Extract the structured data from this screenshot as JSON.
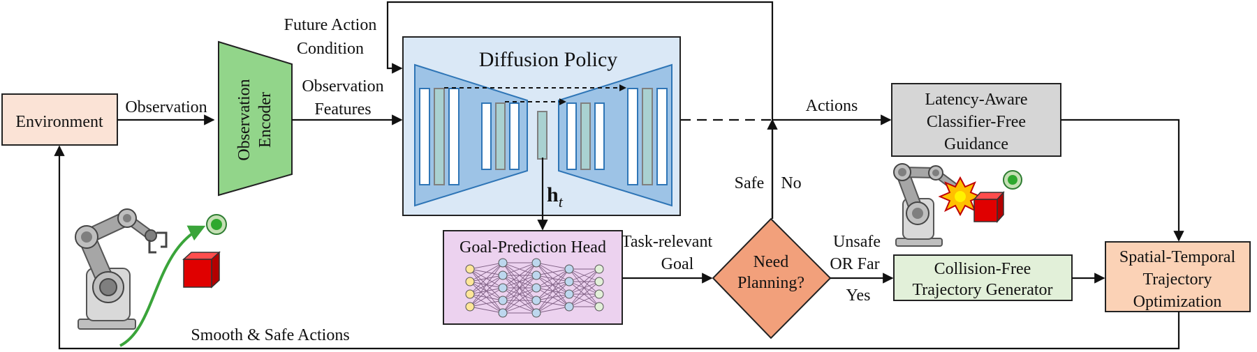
{
  "blocks": {
    "environment": "Environment",
    "encoder_line1": "Observation",
    "encoder_line2": "Encoder",
    "diffusion_title": "Diffusion Policy",
    "hidden_state_main": "h",
    "hidden_state_sub": "t",
    "goal_head": "Goal-Prediction Head",
    "decision_line1": "Need",
    "decision_line2": "Planning?",
    "guidance_line1": "Latency-Aware",
    "guidance_line2": "Classifier-Free",
    "guidance_line3": "Guidance",
    "collision_line1": "Collision-Free",
    "collision_line2": "Trajectory Generator",
    "optim_line1": "Spatial-Temporal",
    "optim_line2": "Trajectory",
    "optim_line3": "Optimization"
  },
  "edges": {
    "observation": "Observation",
    "obs_features_line1": "Observation",
    "obs_features_line2": "Features",
    "future_line1": "Future Action",
    "future_line2": "Condition",
    "actions": "Actions",
    "task_goal_line1": "Task-relevant",
    "task_goal_line2": "Goal",
    "safe": "Safe",
    "no": "No",
    "unsafe_line1": "Unsafe",
    "unsafe_line2": "OR Far",
    "yes": "Yes",
    "smooth_safe": "Smooth & Safe Actions"
  },
  "colors": {
    "environment_fill": "#fbe3d6",
    "encoder_fill": "#92d58a",
    "diffusion_bg": "#dae8f6",
    "unet_fill": "#9dc3e6",
    "goal_head_fill": "#ecd2ef",
    "decision_fill": "#f2a07b",
    "guidance_fill": "#d6d6d6",
    "collision_fill": "#e2f0d9",
    "optim_fill": "#fbd2b6",
    "arm_gray": "#a6a6a6",
    "cube_red": "#e00000",
    "goal_green": "#2ea82e",
    "trajectory_green": "#3aa43a"
  }
}
